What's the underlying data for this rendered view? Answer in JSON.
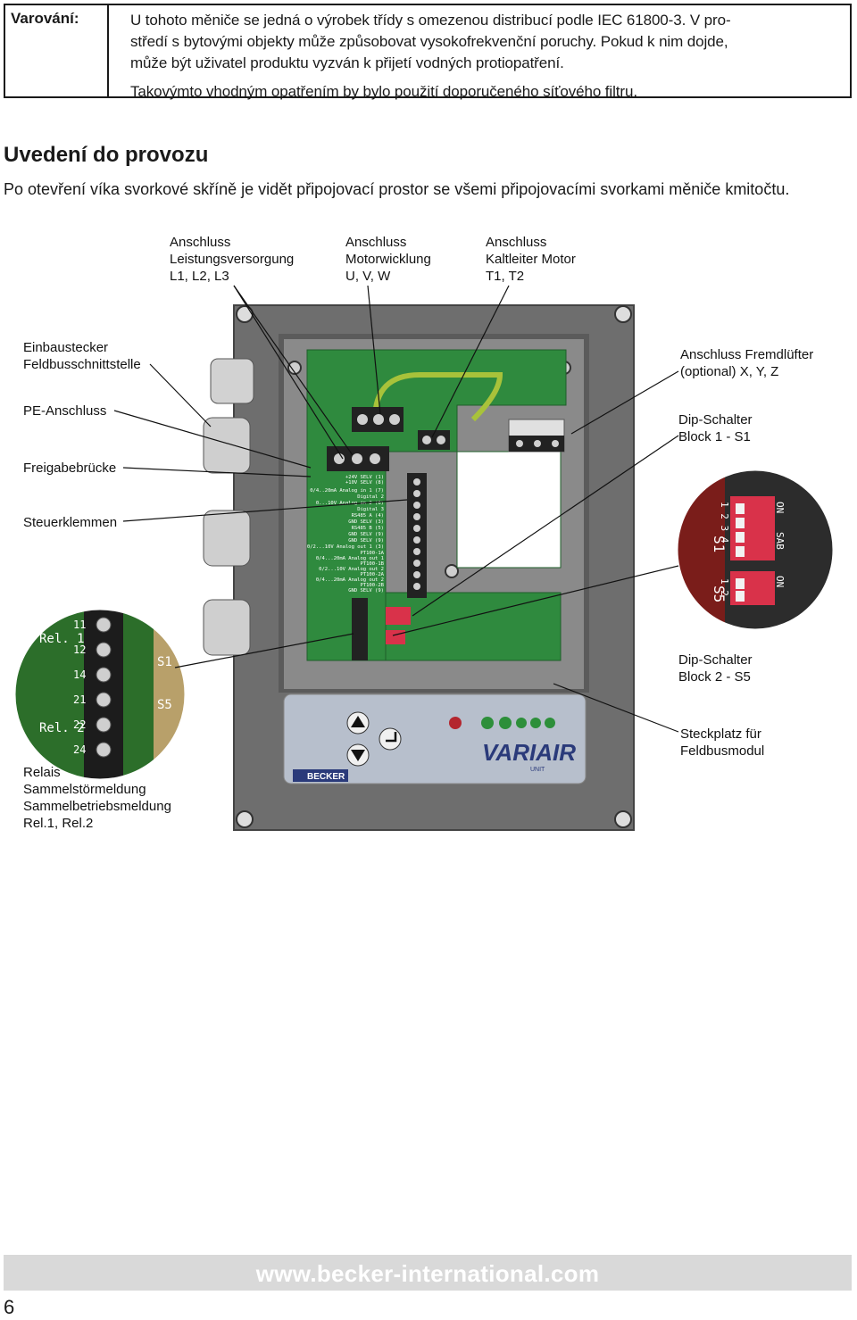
{
  "warning": {
    "label": "Varování:",
    "lines": [
      "U tohoto měniče se jedná o výrobek třídy s omezenou distribucí podle IEC 61800-3. V pro-",
      "středí s bytovými objekty může způsobovat vysokofrekvenční poruchy. Pokud k nim dojde,",
      "může být uživatel produktu vyzván k přijetí vodných protiopatření.",
      "Takovýmto vhodným opatřením by bylo použití doporučeného síťového filtru."
    ]
  },
  "section": {
    "title": "Uvedení do provozu",
    "intro": "Po otevření víka svorkové skříně je vidět připojovací prostor se všemi připojovacími svorkami měniče kmitočtu."
  },
  "labels": {
    "top_power": [
      "Anschluss",
      "Leistungsversorgung",
      "L1, L2, L3"
    ],
    "top_motor": [
      "Anschluss",
      "Motorwicklung",
      "U, V, W"
    ],
    "top_ptc": [
      "Anschluss",
      "Kaltleiter Motor",
      "T1, T2"
    ],
    "fieldbus_plug": [
      "Einbaustecker",
      "Feldbusschnittstelle"
    ],
    "pe": "PE-Anschluss",
    "enable_bridge": "Freigabebrücke",
    "control_terminals": "Steuerklemmen",
    "relay": [
      "Relais",
      "Sammelstörmeldung",
      "Sammelbetriebsmeldung",
      "Rel.1, Rel.2"
    ],
    "fan": [
      "Anschluss Fremdlüfter",
      "(optional) X, Y, Z"
    ],
    "dip_s1": [
      "Dip-Schalter",
      "Block 1 - S1"
    ],
    "dip_s5": [
      "Dip-Schalter",
      "Block 2 - S5"
    ],
    "fieldbus_slot": [
      "Steckplatz für",
      "Feldbusmodul"
    ]
  },
  "device": {
    "brand": "BECKER",
    "product": "VARIAIR",
    "product_sub": "UNIT",
    "relay_block_label_1": "Rel. 1",
    "relay_block_label_2": "Rel. 2",
    "relay_terminals": [
      "11",
      "12",
      "14",
      "21",
      "22",
      "24"
    ],
    "dip_s1_label": "S1",
    "dip_s5_label": "S5",
    "dip_on": "ON",
    "dip_sab": "SAB",
    "dip_numbers_s1": "1 2 3 4",
    "dip_numbers_s5": "1 2",
    "terminal_legend": [
      "+24V SELV (1)",
      "+10V SELV (8)",
      "0/4..20mA Analog in 1 (7)",
      "Digital 2",
      "0...10V Analog in 2 (6)",
      "Digital 3",
      "RS485 A (4)",
      "GND SELV (3)",
      "RS485 B (5)",
      "GND SELV (9)",
      "GND SELV (9)",
      "0/2...10V Analog out 1 (3)",
      "PT100-1A",
      "0/4...20mA Analog out 1",
      "PT100-1B",
      "0/2...10V Analog out 2",
      "PT100-2A",
      "0/4...20mA Analog out 2",
      "PT100-2B",
      "GND SELV (9)"
    ]
  },
  "footer": {
    "url": "www.becker-international.com",
    "page": "6"
  },
  "colors": {
    "pcb_green": "#2f8a3e",
    "pcb_dark": "#1f6b2c",
    "enclosure": "#6e6e6e",
    "panel": "#b7bfcc",
    "dip_red": "#d9324a",
    "footer_bar": "#d9d9d9"
  }
}
